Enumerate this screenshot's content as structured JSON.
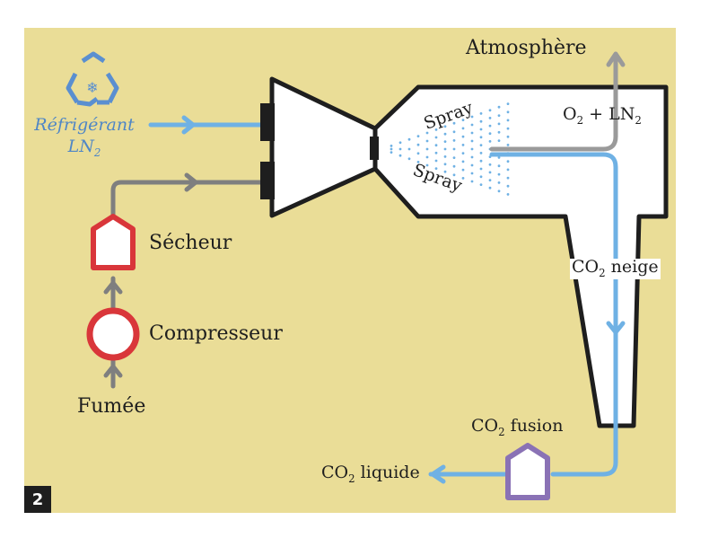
{
  "figure_number": "2",
  "labels": {
    "refrigerant_line1": "Réfrigérant",
    "refrigerant_line2": "LN",
    "refrigerant_sub": "2",
    "dryer": "Sécheur",
    "compressor": "Compresseur",
    "flue_gas": "Fumée",
    "atmosphere": "Atmosphère",
    "o2_prefix": "O",
    "o2_sub": "2",
    "o2_mid": " + LN",
    "o2_sub2": "2",
    "spray_top": "Spray",
    "spray_bottom": "Spray",
    "co2_snow_prefix": "CO",
    "co2_snow_sub": "2",
    "co2_snow_suffix": " neige",
    "co2_fusion_prefix": "CO",
    "co2_fusion_sub": "2",
    "co2_fusion_suffix": " fusion",
    "co2_liquid_prefix": "CO",
    "co2_liquid_sub": "2",
    "co2_liquid_suffix": " liquide"
  },
  "colors": {
    "background": "#eadd97",
    "blue_flow": "#6fb1e4",
    "gray_flow": "#7f7f7f",
    "red_equipment": "#d9363a",
    "purple_equipment": "#8a72b5",
    "outline": "#1e1e1e",
    "recycle_icon": "#5a8fd0"
  },
  "icons": {
    "recycle": "recycle-snowflake-icon"
  }
}
